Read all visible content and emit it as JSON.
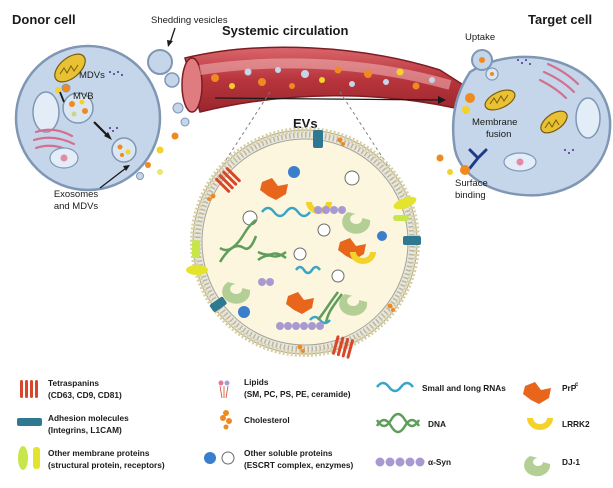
{
  "titles": {
    "donor_cell": "Donor cell",
    "systemic_circulation": "Systemic circulation",
    "target_cell": "Target cell",
    "evs": "EVs"
  },
  "labels": {
    "shedding_vesicles": "Shedding vesicles",
    "mdvs": "MDVs",
    "mvb": "MVB",
    "exosomes_line1": "Exosomes",
    "exosomes_line2": "and MDVs",
    "uptake": "Uptake",
    "membrane_line1": "Membrane",
    "membrane_line2": "fusion",
    "surface_line1": "Surface",
    "surface_line2": "binding"
  },
  "legend": {
    "tetraspanins_1": "Tetraspanins",
    "tetraspanins_2": "(CD63, CD9, CD81)",
    "adhesion_1": "Adhesion molecules",
    "adhesion_2": "(Integrins, L1CAM)",
    "other_membrane_1": "Other membrane proteins",
    "other_membrane_2": "(structural protein, receptors)",
    "lipids_1": "Lipids",
    "lipids_2": "(SM, PC, PS, PE, ceramide)",
    "cholesterol": "Cholesterol",
    "other_soluble_1": "Other soluble proteins",
    "other_soluble_2": "(ESCRT complex, enzymes)",
    "rna": "Small and long RNAs",
    "dna": "DNA",
    "asyn": "α-Syn",
    "prp_base": "PrP",
    "prp_sup": "c",
    "lrrk2": "LRRK2",
    "dj1": "DJ-1"
  },
  "colors": {
    "cell_fill": "#c5d6ea",
    "cell_stroke": "#7f97b5",
    "vessel": "#c0434a",
    "ev_core": "#fcf6de",
    "tetraspanin": "#d9472b",
    "adhesion": "#2e7891",
    "membrane_protein": "#e2e52c",
    "cholesterol": "#ef8a21",
    "rna": "#3aa5c6",
    "dna": "#5e9e5a",
    "asyn": "#a89ad0",
    "prp": "#e8661c",
    "lrrk2": "#f3d22b",
    "dj1": "#b4cf95",
    "soluble_blue": "#3b7ecb"
  }
}
